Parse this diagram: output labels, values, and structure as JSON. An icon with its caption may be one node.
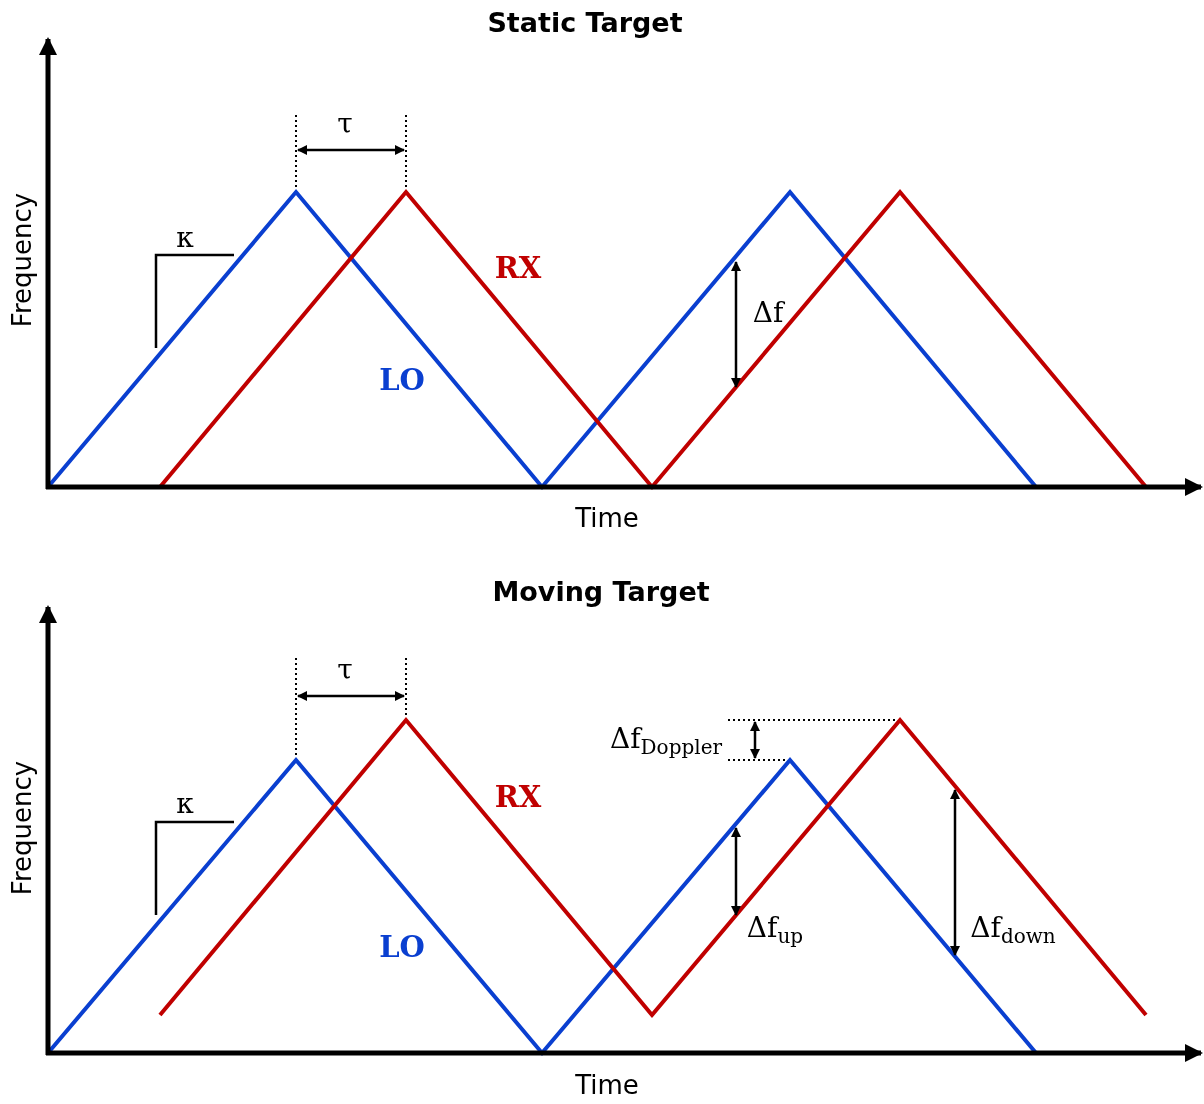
{
  "diagram": {
    "labels": [
      "Static Target",
      "τ",
      "κ",
      "RX",
      "Frequency",
      "Δf",
      "LO",
      "Time",
      "Moving Target",
      "τ",
      "κ",
      "Δf$_{Doppler}$",
      "RX",
      "Frequency",
      "Δf$_{up}$",
      "Δf$_{down}$",
      "LO",
      "Time"
    ]
  }
}
